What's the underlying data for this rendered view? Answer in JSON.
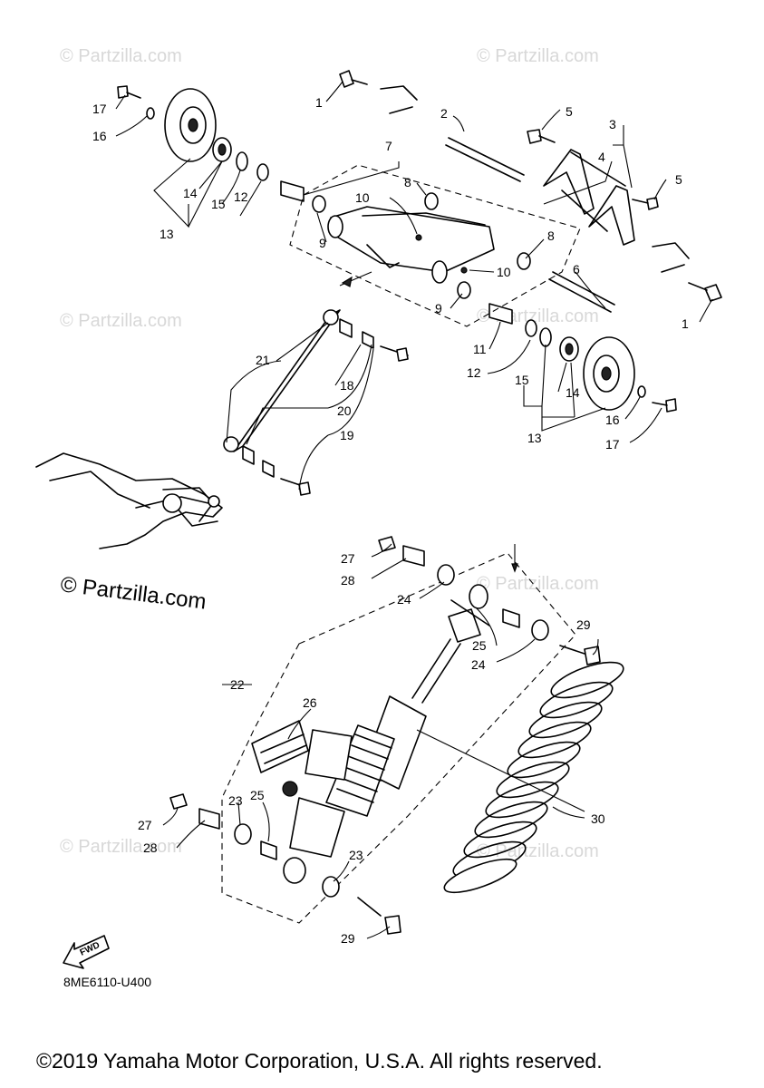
{
  "watermark": {
    "text": "© Partzilla.com",
    "faint_text": "© Partzilla.com"
  },
  "diagram_code": "8ME6110-U400",
  "fwd_label": "FWD",
  "copyright": "©2019 Yamaha Motor Corporation, U.S.A. All rights reserved.",
  "callouts": [
    "1",
    "2",
    "3",
    "4",
    "5",
    "5",
    "7",
    "8",
    "8",
    "9",
    "9",
    "10",
    "10",
    "6",
    "11",
    "12",
    "12",
    "13",
    "13",
    "14",
    "14",
    "15",
    "15",
    "16",
    "16",
    "17",
    "17",
    "1",
    "18",
    "19",
    "20",
    "21",
    "22",
    "23",
    "23",
    "24",
    "24",
    "25",
    "25",
    "26",
    "27",
    "27",
    "28",
    "28",
    "29",
    "29",
    "30"
  ]
}
